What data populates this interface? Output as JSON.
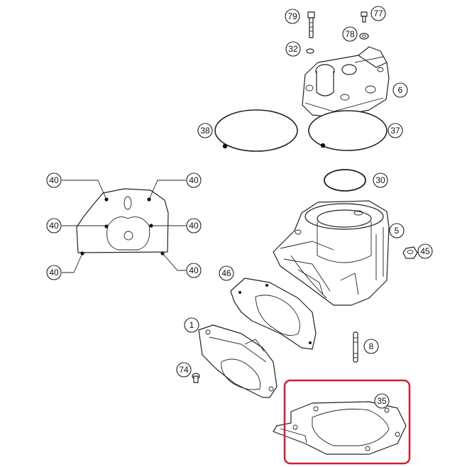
{
  "callouts": {
    "c79": "79",
    "c77": "77",
    "c78": "78",
    "c32": "32",
    "c6": "6",
    "c38": "38",
    "c37": "37",
    "c30": "30",
    "c5": "5",
    "c45": "45",
    "c40a": "40",
    "c40b": "40",
    "c40c": "40",
    "c40d": "40",
    "c40e": "40",
    "c40f": "40",
    "c46": "46",
    "c1": "1",
    "c8": "8",
    "c74": "74",
    "c35": "35"
  },
  "highlight": {
    "color": "#d0202a",
    "part": "35"
  }
}
